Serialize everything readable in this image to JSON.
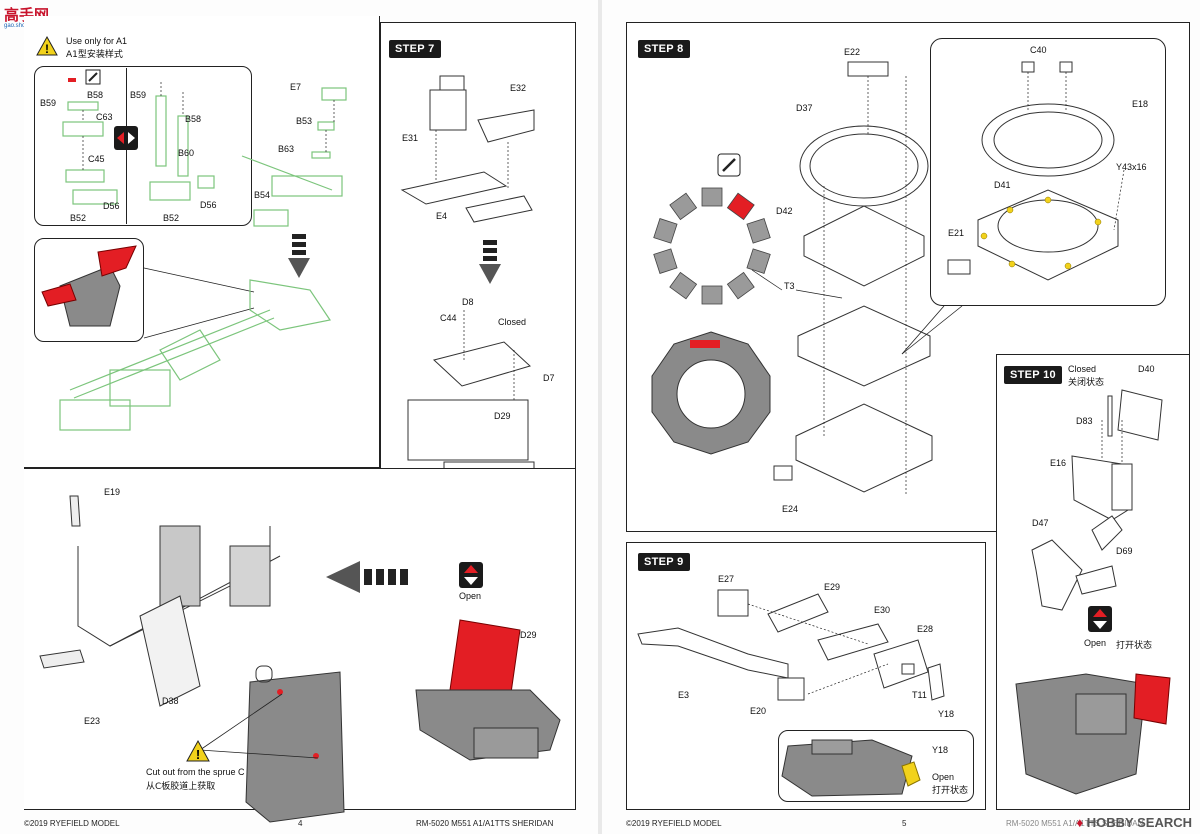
{
  "watermark_top": {
    "brand": "高手网",
    "url": "gao.shou.com"
  },
  "watermark_bottom": {
    "brand": "HOBBY SEARCH"
  },
  "left_page": {
    "a1_note": {
      "line1": "Use only for A1",
      "line2": "A1型安装样式"
    },
    "sub_labels": {
      "left": [
        "B59",
        "B58",
        "C63",
        "C45",
        "B52",
        "D56"
      ],
      "right": [
        "B59",
        "B58",
        "B60",
        "B52",
        "D56"
      ]
    },
    "gun_labels": [
      "E7",
      "B53",
      "B63",
      "B54"
    ],
    "step7": {
      "tag": "STEP 7",
      "labels": [
        "E32",
        "E31",
        "E4",
        "D8",
        "C44",
        "Closed",
        "D7",
        "D29"
      ],
      "open_label": "Open",
      "open_part": "D29"
    },
    "cage_labels": [
      "E19",
      "E23",
      "D38"
    ],
    "cut_note": {
      "line1": "Cut out from the sprue C",
      "line2": "从C板胶道上获取"
    },
    "footer": {
      "copyright": "©2019 RYEFIELD MODEL",
      "page": "4",
      "product": "RM-5020 M551 A1/A1TTS SHERIDAN"
    }
  },
  "right_page": {
    "step8": {
      "tag": "STEP 8",
      "labels": [
        "E22",
        "D37",
        "D42",
        "T3",
        "E24",
        "C40",
        "E18",
        "Y43x16",
        "D41",
        "E21"
      ]
    },
    "step9": {
      "tag": "STEP 9",
      "labels": [
        "E27",
        "E29",
        "E30",
        "E28",
        "E3",
        "E20",
        "T11",
        "Y18"
      ],
      "inset_part": "Y18",
      "inset_open": {
        "en": "Open",
        "cn": "打开状态"
      }
    },
    "step10": {
      "tag": "STEP 10",
      "closed": {
        "en": "Closed",
        "cn": "关闭状态"
      },
      "labels": [
        "D40",
        "D83",
        "E16",
        "D47",
        "D69"
      ],
      "open": {
        "en": "Open",
        "cn": "打开状态"
      }
    },
    "footer": {
      "copyright": "©2019 RYEFIELD MODEL",
      "page": "5",
      "product": "RM-5020 M551 A1/A1TTS SHERIDAN"
    }
  },
  "colors": {
    "highlight": "#e31e24",
    "green_line": "#7cc57c",
    "part_gray": "#8a8a8a",
    "warning": "#f2d21b"
  }
}
